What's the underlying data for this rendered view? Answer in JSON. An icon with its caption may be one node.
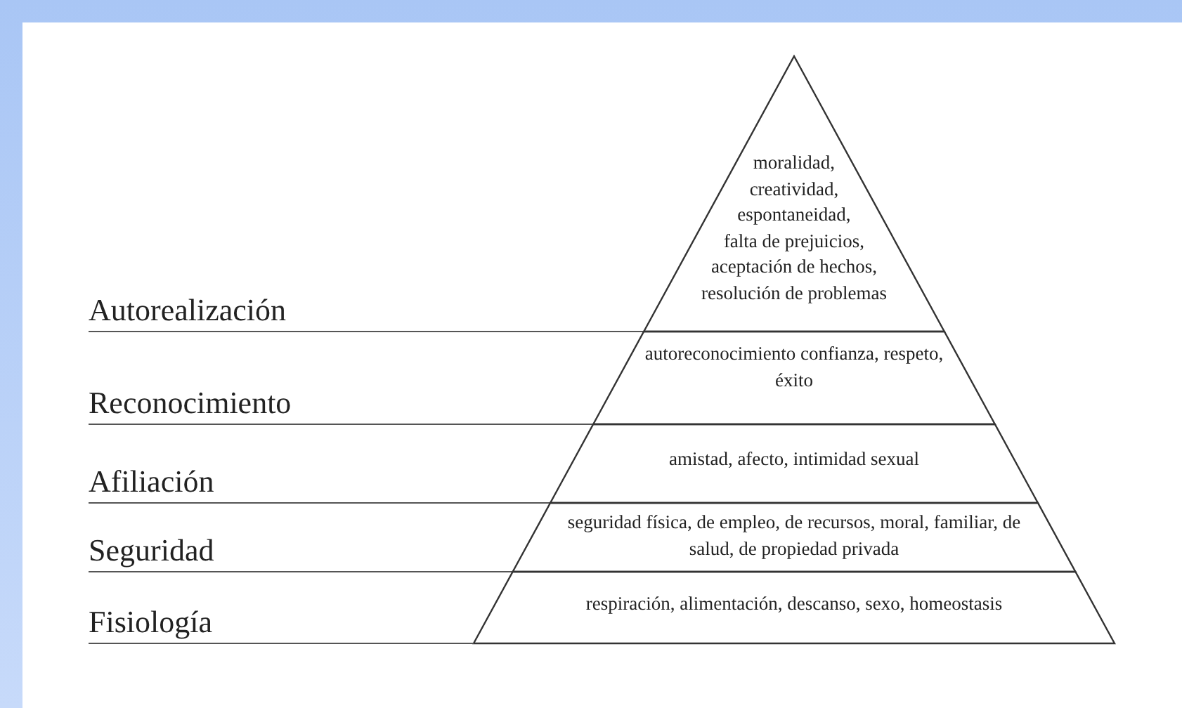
{
  "diagram": {
    "nodes": [
      {
        "text": [
          "Autorealización",
          "moralidad, creatividad, espontaneidad, falta de prejuicios, aceptación de hechos, resolución de problemas"
        ]
      },
      {
        "text": [
          "Reconocimiento",
          "autoreconocimiento confianza, respeto, éxito"
        ]
      },
      {
        "text": [
          "Afiliación",
          "amistad, afecto, intimidad sexual"
        ]
      },
      {
        "text": [
          "Seguridad",
          "seguridad física, de empleo, de recursos, moral, familiar, de salud, de propiedad privada"
        ]
      },
      {
        "text": [
          "Fisiología",
          "respiración, alimentación, descanso, sexo, homeostasis"
        ]
      }
    ],
    "edges": []
  }
}
